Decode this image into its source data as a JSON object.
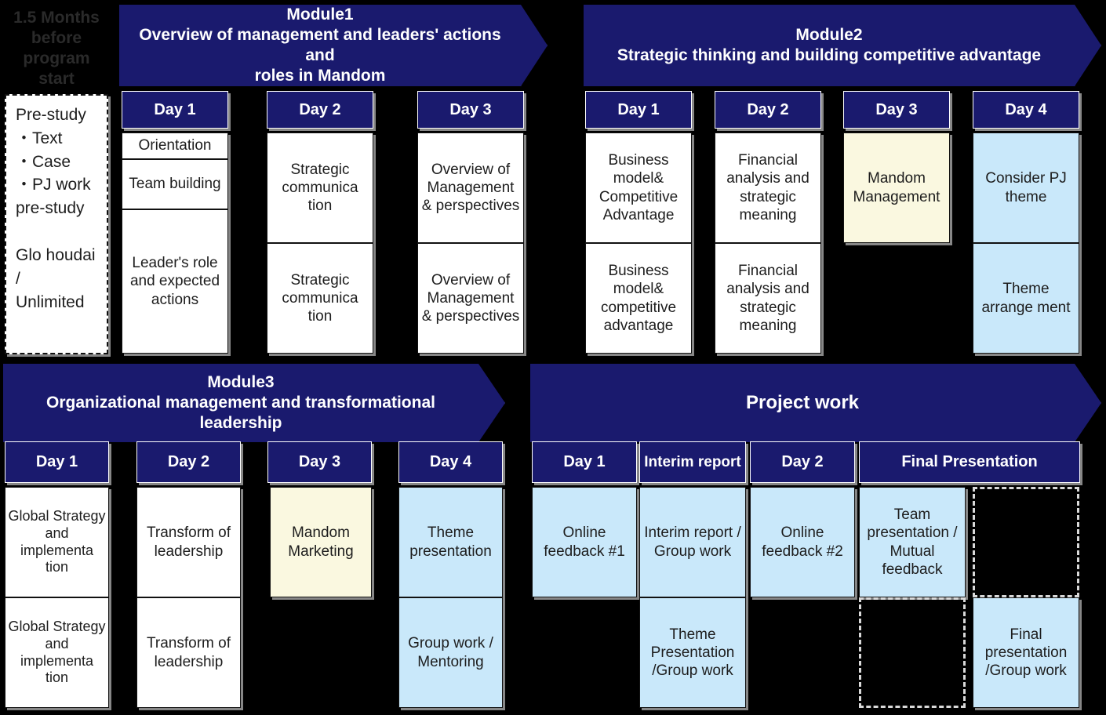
{
  "colors": {
    "navy": "#1a1a6e",
    "blue_cell": "#c9e8fa",
    "cream_cell": "#faf8e0",
    "white_cell": "#ffffff",
    "background": "#000000"
  },
  "prestudy": {
    "note": "1.5 Months\nbefore\nprogram\nstart",
    "panel_text": "Pre-study\n・Text\n・Case\n・PJ work\npre-study\n\nGlo houdai /\nUnlimited"
  },
  "modules": [
    {
      "id": "module1",
      "title_line1": "Module1",
      "title_line2": "Overview of management and leaders' actions and",
      "title_line3": "roles in Mandom",
      "days": [
        {
          "label": "Day 1",
          "cells": [
            {
              "text": "Orientation",
              "style": "white"
            },
            {
              "text": "Team building",
              "style": "white"
            },
            {
              "text": "Leader's role and expected actions",
              "style": "white"
            }
          ]
        },
        {
          "label": "Day 2",
          "cells": [
            {
              "text": "Strategic communica tion",
              "style": "white"
            },
            {
              "text": "Strategic communica tion",
              "style": "white"
            }
          ]
        },
        {
          "label": "Day 3",
          "cells": [
            {
              "text": "Overview of Management & perspectives",
              "style": "white"
            },
            {
              "text": "Overview of Management & perspectives",
              "style": "white"
            }
          ]
        }
      ]
    },
    {
      "id": "module2",
      "title_line1": "Module2",
      "title_line2": "Strategic thinking and building competitive advantage",
      "title_line3": "",
      "days": [
        {
          "label": "Day 1",
          "cells": [
            {
              "text": "Business model& Competitive Advantage",
              "style": "white"
            },
            {
              "text": "Business model& competitive advantage",
              "style": "white"
            }
          ]
        },
        {
          "label": "Day 2",
          "cells": [
            {
              "text": "Financial analysis and strategic meaning",
              "style": "white"
            },
            {
              "text": "Financial analysis and strategic meaning",
              "style": "white"
            }
          ]
        },
        {
          "label": "Day 3",
          "cells": [
            {
              "text": "Mandom Management",
              "style": "cream"
            }
          ]
        },
        {
          "label": "Day 4",
          "cells": [
            {
              "text": "Consider PJ theme",
              "style": "blue"
            },
            {
              "text": "Theme arrange ment",
              "style": "blue"
            }
          ]
        }
      ]
    },
    {
      "id": "module3",
      "title_line1": "Module3",
      "title_line2": "Organizational management and transformational",
      "title_line3": "leadership",
      "days": [
        {
          "label": "Day 1",
          "cells": [
            {
              "text": "Global Strategy and implementa tion",
              "style": "white"
            },
            {
              "text": "Global Strategy and implementa tion",
              "style": "white"
            }
          ]
        },
        {
          "label": "Day 2",
          "cells": [
            {
              "text": "Transform of leadership",
              "style": "white"
            },
            {
              "text": "Transform of leadership",
              "style": "white"
            }
          ]
        },
        {
          "label": "Day 3",
          "cells": [
            {
              "text": "Mandom Marketing",
              "style": "cream"
            }
          ]
        },
        {
          "label": "Day 4",
          "cells": [
            {
              "text": "Theme presentation",
              "style": "blue"
            },
            {
              "text": "Group work / Mentoring",
              "style": "blue"
            }
          ]
        }
      ]
    },
    {
      "id": "projectwork",
      "title_line1": "Project work",
      "title_line2": "",
      "title_line3": "",
      "days": [
        {
          "label": "Day 1",
          "cells": [
            {
              "text": "Online feedback #1",
              "style": "blue"
            }
          ]
        },
        {
          "label": "Interim report",
          "cells": [
            {
              "text": "Interim report / Group work",
              "style": "blue"
            },
            {
              "text": "Theme Presentation /Group work",
              "style": "blue"
            }
          ]
        },
        {
          "label": "Day 2",
          "cells": [
            {
              "text": "Online feedback #2",
              "style": "blue"
            }
          ]
        },
        {
          "label": "Final Presentation",
          "cells": [
            {
              "text": "Team presentation / Mutual feedback",
              "style": "blue"
            },
            {
              "text": "",
              "style": "dashed"
            },
            {
              "text": "",
              "style": "dashed"
            },
            {
              "text": "Final presentation /Group work",
              "style": "blue"
            }
          ]
        }
      ]
    }
  ]
}
